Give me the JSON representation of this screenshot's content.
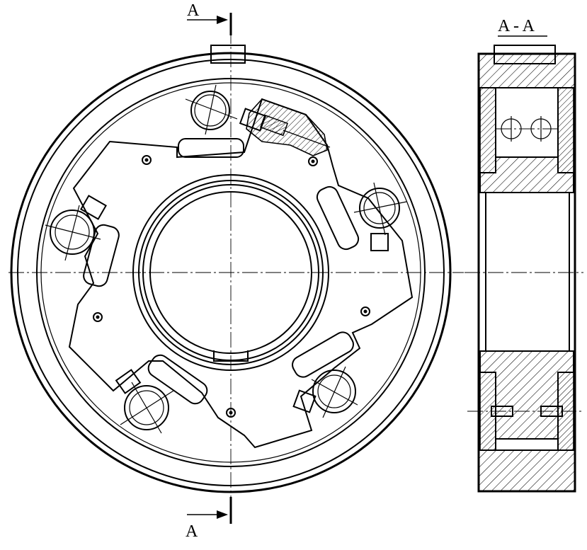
{
  "section_mark": {
    "top": "A",
    "bottom": "A"
  },
  "section_view": {
    "title": "A - A"
  },
  "colors": {
    "line": "#000000",
    "background": "#ffffff"
  }
}
